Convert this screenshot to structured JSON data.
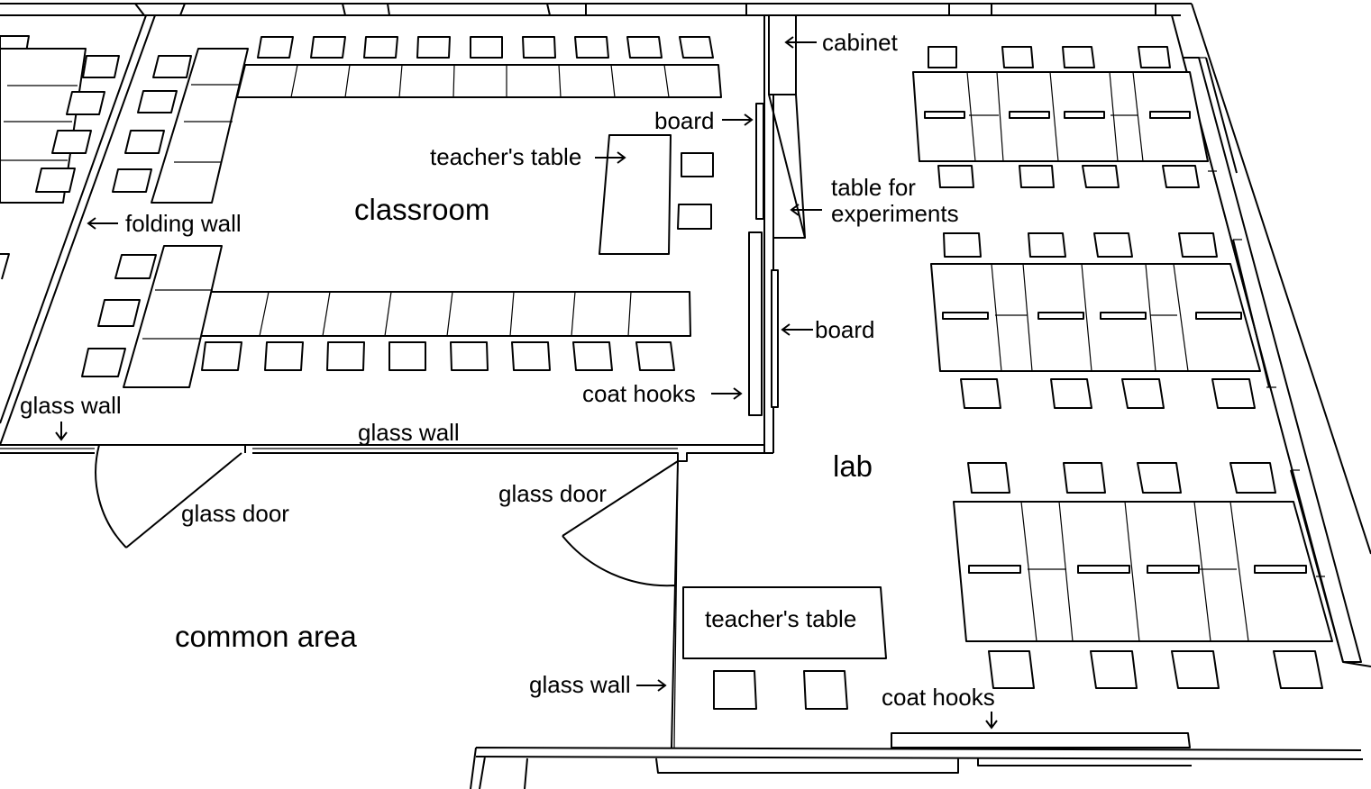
{
  "rooms": {
    "classroom": "classroom",
    "lab": "lab",
    "common_area": "common area"
  },
  "labels": {
    "cabinet": "cabinet",
    "board_classroom": "board",
    "teachers_table_classroom": "teacher's table",
    "table_for_experiments_line1": "table for",
    "table_for_experiments_line2": "experiments",
    "folding_wall": "folding wall",
    "board_lab": "board",
    "coat_hooks_classroom": "coat hooks",
    "glass_wall_left": "glass wall",
    "glass_wall_front": "glass wall",
    "glass_door_left": "glass door",
    "glass_door_right": "glass door",
    "teachers_table_lab": "teacher's table",
    "glass_wall_lab": "glass wall",
    "coat_hooks_lab": "coat hooks"
  }
}
